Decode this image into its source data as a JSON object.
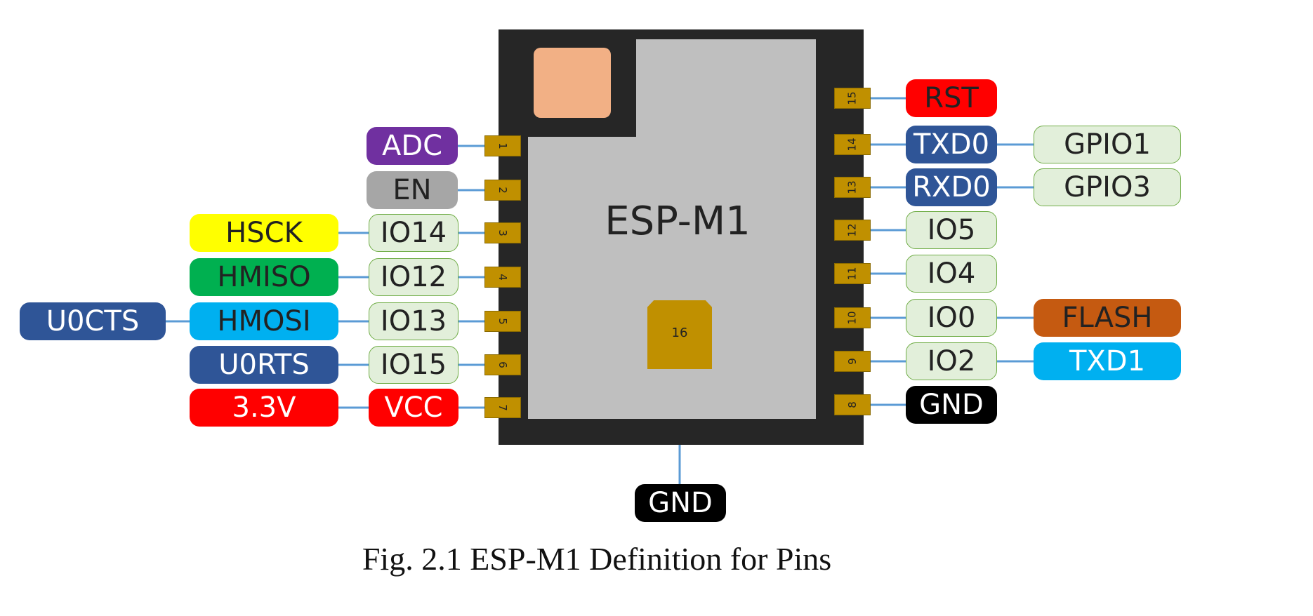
{
  "module_name": "ESP-M1",
  "caption": "Fig. 2.1 ESP-M1 Definition for Pins",
  "colors": {
    "board": "#262626",
    "shield": "#bfbfbf",
    "antenna": "#f2b085",
    "pad": "#c09000",
    "wire": "#5b9bd5"
  },
  "left_pins": [
    {
      "pin": "1",
      "labels": [
        {
          "text": "ADC",
          "bg": "#7030a0",
          "fg": "#ffffff"
        }
      ]
    },
    {
      "pin": "2",
      "labels": [
        {
          "text": "EN",
          "bg": "#a6a6a6",
          "fg": "#222222"
        }
      ]
    },
    {
      "pin": "3",
      "labels": [
        {
          "text": "IO14",
          "bg": "#e2efda",
          "fg": "#222222"
        },
        {
          "text": "HSCK",
          "bg": "#ffff00",
          "fg": "#222222"
        }
      ]
    },
    {
      "pin": "4",
      "labels": [
        {
          "text": "IO12",
          "bg": "#e2efda",
          "fg": "#222222"
        },
        {
          "text": "HMISO",
          "bg": "#00b050",
          "fg": "#222222"
        }
      ]
    },
    {
      "pin": "5",
      "labels": [
        {
          "text": "IO13",
          "bg": "#e2efda",
          "fg": "#222222"
        },
        {
          "text": "HMOSI",
          "bg": "#00b0f0",
          "fg": "#222222"
        },
        {
          "text": "U0CTS",
          "bg": "#2f5597",
          "fg": "#ffffff"
        }
      ]
    },
    {
      "pin": "6",
      "labels": [
        {
          "text": "IO15",
          "bg": "#e2efda",
          "fg": "#222222"
        },
        {
          "text": "U0RTS",
          "bg": "#2f5597",
          "fg": "#ffffff"
        }
      ]
    },
    {
      "pin": "7",
      "labels": [
        {
          "text": "VCC",
          "bg": "#ff0000",
          "fg": "#ffffff"
        },
        {
          "text": "3.3V",
          "bg": "#ff0000",
          "fg": "#ffffff"
        }
      ]
    }
  ],
  "right_pins": [
    {
      "pin": "15",
      "labels": [
        {
          "text": "RST",
          "bg": "#ff0000",
          "fg": "#222222"
        }
      ]
    },
    {
      "pin": "14",
      "labels": [
        {
          "text": "TXD0",
          "bg": "#2f5597",
          "fg": "#ffffff"
        },
        {
          "text": "GPIO1",
          "bg": "#e2efda",
          "fg": "#222222"
        }
      ]
    },
    {
      "pin": "13",
      "labels": [
        {
          "text": "RXD0",
          "bg": "#2f5597",
          "fg": "#ffffff"
        },
        {
          "text": "GPIO3",
          "bg": "#e2efda",
          "fg": "#222222"
        }
      ]
    },
    {
      "pin": "12",
      "labels": [
        {
          "text": "IO5",
          "bg": "#e2efda",
          "fg": "#222222"
        }
      ]
    },
    {
      "pin": "11",
      "labels": [
        {
          "text": "IO4",
          "bg": "#e2efda",
          "fg": "#222222"
        }
      ]
    },
    {
      "pin": "10",
      "labels": [
        {
          "text": "IO0",
          "bg": "#e2efda",
          "fg": "#222222"
        },
        {
          "text": "FLASH",
          "bg": "#c55a11",
          "fg": "#222222"
        }
      ]
    },
    {
      "pin": "9",
      "labels": [
        {
          "text": "IO2",
          "bg": "#e2efda",
          "fg": "#222222"
        },
        {
          "text": "TXD1",
          "bg": "#00b0f0",
          "fg": "#ffffff"
        }
      ]
    },
    {
      "pin": "8",
      "labels": [
        {
          "text": "GND",
          "bg": "#000000",
          "fg": "#ffffff"
        }
      ]
    }
  ],
  "bottom_pin": {
    "pin": "16",
    "label": {
      "text": "GND",
      "bg": "#000000",
      "fg": "#ffffff"
    }
  }
}
